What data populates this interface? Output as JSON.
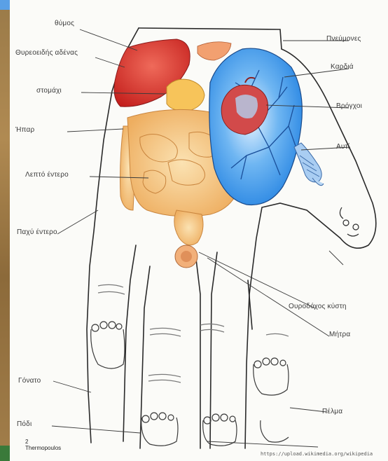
{
  "labels": {
    "thymus": "θύμος",
    "thyroid": "Θυρεοειδής αδένας",
    "stomach": "στομάχι",
    "liver": "Ήπαρ",
    "intestine": "Λεπτό έντερο",
    "large": "Παχύ έντερο",
    "lung": "Πνεύμονες",
    "heart": "Καρδιά",
    "bronchi": "Βρόγχοι",
    "ear": "Αυτί",
    "bladder": "Ουροδόχος κύστη",
    "uterus": "Μήτρα",
    "knee_left": "Γόνατο",
    "foot_right": "Πέλμα",
    "foot_left": "Πόδι"
  },
  "credit": {
    "line1": "2",
    "line2": "Thermopoulos"
  },
  "url": "https://upload.wikimedia.org/wikipedia",
  "colors": {
    "outline": "#2a2a2a",
    "intestine": "#f3c07a",
    "lung": "#2f8fe8",
    "lung_light": "#cfe6fb",
    "liver": "#d9302a",
    "heart": "#c43434"
  }
}
